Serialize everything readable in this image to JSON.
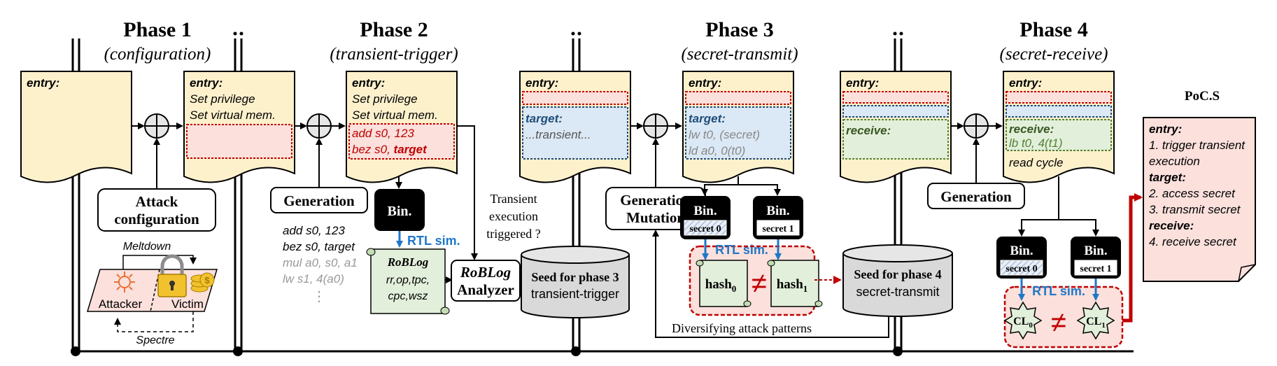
{
  "phases": [
    {
      "title": "Phase 1",
      "subtitle": "(configuration)"
    },
    {
      "title": "Phase 2",
      "subtitle": "(transient-trigger)"
    },
    {
      "title": "Phase 3",
      "subtitle": "(secret-transmit)"
    },
    {
      "title": "Phase 4",
      "subtitle": "(secret-receive)"
    }
  ],
  "doc_entry": "entry:",
  "doc2": {
    "lines": [
      "Set privilege",
      "Set virtual mem."
    ]
  },
  "doc3": {
    "lines": [
      "Set privilege",
      "Set virtual mem.",
      "add s0, 123"
    ],
    "bez": "bez s0, ",
    "bez_target": "target"
  },
  "doc4": {
    "target": "target:",
    "transient": "...transient..."
  },
  "doc5": {
    "target": "target:",
    "lw": "lw t0, (secret)",
    "ld": "ld a0, 0(t0)"
  },
  "doc6": {
    "receive": "receive:"
  },
  "doc7": {
    "receive": "receive:",
    "lb": "lb t0, 4(t1)",
    "read": "read cycle"
  },
  "attack_config": [
    "Attack",
    "configuration"
  ],
  "generation": "Generation",
  "generation_mutation": [
    "Generation",
    "Mutation"
  ],
  "gen_code": {
    "line1": "add s0, 123",
    "line2": "bez s0, target",
    "line3": "mul a0, s0, a1",
    "line4": "lw s1, 4(a0)",
    "dots": "⋮"
  },
  "bin": "Bin.",
  "secret0": "secret 0",
  "secret1": "secret 1",
  "rtl_sim": "RTL sim.",
  "roblog": {
    "title": "RoBLog",
    "line1": "rr,op,tpc,",
    "line2": "cpc,wsz"
  },
  "analyzer": [
    "RoBLog",
    "Analyzer"
  ],
  "transient_q": [
    "Transient",
    "execution",
    "triggered ?"
  ],
  "seed3": [
    "Seed for phase 3",
    "transient-trigger"
  ],
  "seed4": [
    "Seed for phase 4",
    "secret-transmit"
  ],
  "hash0": "hash",
  "hash1": "hash",
  "sub0": "0",
  "sub1": "1",
  "neq": "≠",
  "cl": "CL",
  "diversifying": "Diversifying attack patterns",
  "attack_labels": {
    "meltdown": "Meltdown",
    "attacker": "Attacker",
    "victim": "Victim",
    "spectre": "Spectre"
  },
  "poc": {
    "title": "PoC.S",
    "entry": "entry:",
    "l1": "1. trigger transient",
    "l1b": "execution",
    "target": "target:",
    "l2": "2. access secret",
    "l3": "3. transmit secret",
    "receive": "receive:",
    "l4": "4. receive secret"
  },
  "colors": {
    "yellow": "#fdf1cc",
    "red": "#c00000",
    "blue": "#1f77c8",
    "green": "#e2efda",
    "lightblue": "#dbe8f5",
    "pink": "#fbe0dc",
    "gray": "#d9d9d9"
  }
}
